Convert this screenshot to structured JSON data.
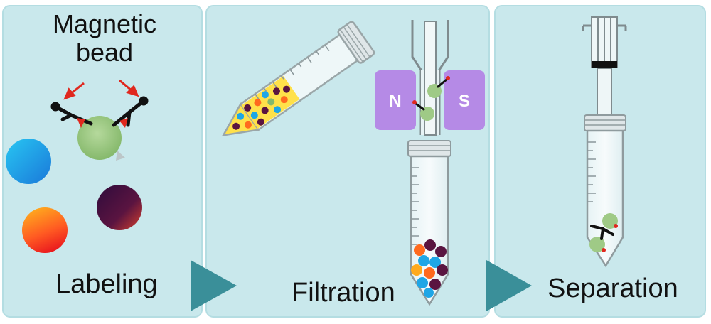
{
  "colors": {
    "panel_fill": "#c9e8ec",
    "panel_edge": "#b4dde2",
    "arrow": "#3a8f99",
    "bead_green": "#9fca86",
    "magnet_purple": "#b58ae6",
    "label_red": "#e0281e",
    "antibody": "#111111"
  },
  "panel1": {
    "title_line1": "Magnetic",
    "title_line2": "bead",
    "label": "Labeling"
  },
  "panel2": {
    "label": "Filtration",
    "magnet_north": "N",
    "magnet_south": "S"
  },
  "panel3": {
    "label": "Separation"
  },
  "icons": [
    "magnetic-bead-icon",
    "antibody-icon",
    "cell-icon",
    "tube-icon",
    "magnet-icon",
    "syringe-icon",
    "arrow-right-icon"
  ]
}
